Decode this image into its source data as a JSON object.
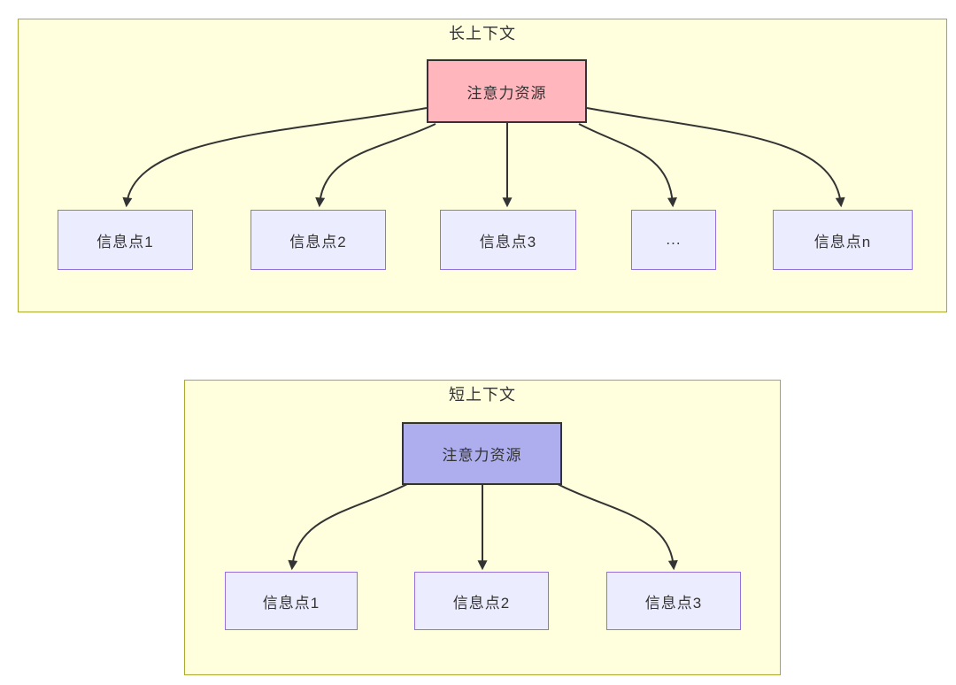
{
  "diagram": {
    "sections": [
      {
        "title": "长上下文",
        "attention": {
          "label": "注意力资源"
        },
        "nodes": [
          {
            "label": "信息点1"
          },
          {
            "label": "信息点2"
          },
          {
            "label": "信息点3"
          },
          {
            "label": "..."
          },
          {
            "label": "信息点n"
          }
        ]
      },
      {
        "title": "短上下文",
        "attention": {
          "label": "注意力资源"
        },
        "nodes": [
          {
            "label": "信息点1"
          },
          {
            "label": "信息点2"
          },
          {
            "label": "信息点3"
          }
        ]
      }
    ],
    "colors": {
      "section_fill": "#ffffde",
      "section_border": "#aaaa33",
      "node_fill": "#ececff",
      "node_border": "#9370db",
      "attention_long_fill": "#ffb6bd",
      "attention_short_fill": "#aeaeee",
      "attention_border": "#333333",
      "arrow": "#333333",
      "text": "#333333"
    }
  }
}
